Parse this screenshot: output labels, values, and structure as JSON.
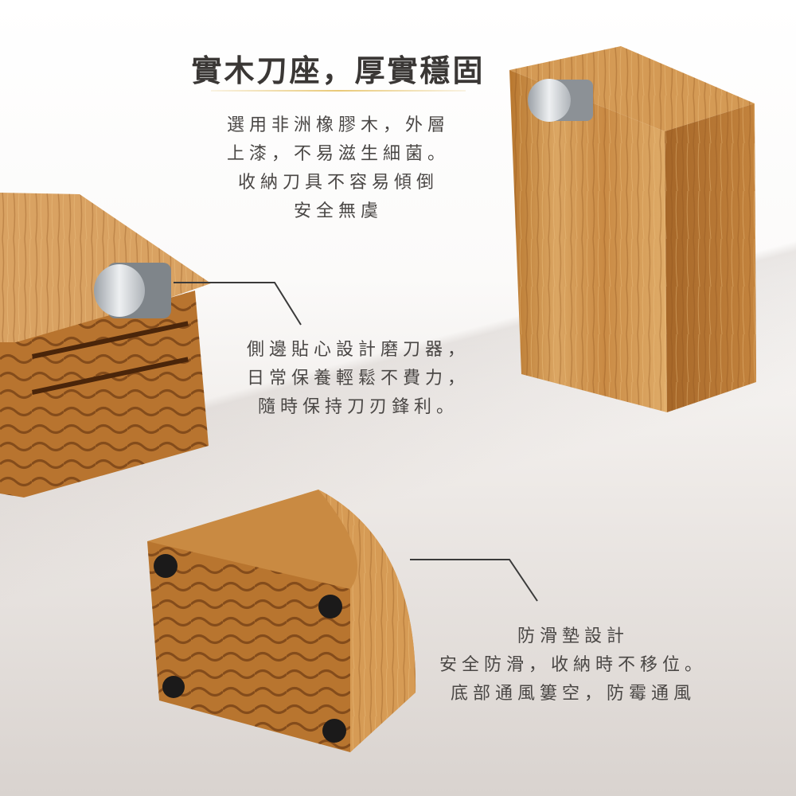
{
  "headline": "實木刀座，厚實穩固",
  "feature1": {
    "lines": [
      "選用非洲橡膠木，外層",
      "上漆，不易滋生細菌。",
      "收納刀具不容易傾倒",
      "安全無虞"
    ]
  },
  "feature2": {
    "lines": [
      "側邊貼心設計磨刀器，",
      "日常保養輕鬆不費力，",
      "隨時保持刀刃鋒利。"
    ]
  },
  "feature3": {
    "lines": [
      "防滑墊設計",
      "安全防滑，收納時不移位。",
      "底部通風簍空，防霉通風"
    ]
  },
  "colors": {
    "wood_light": "#d8a560",
    "wood_dark": "#a8692c",
    "text": "#4a4745",
    "accent_rule": "#e9c978"
  }
}
